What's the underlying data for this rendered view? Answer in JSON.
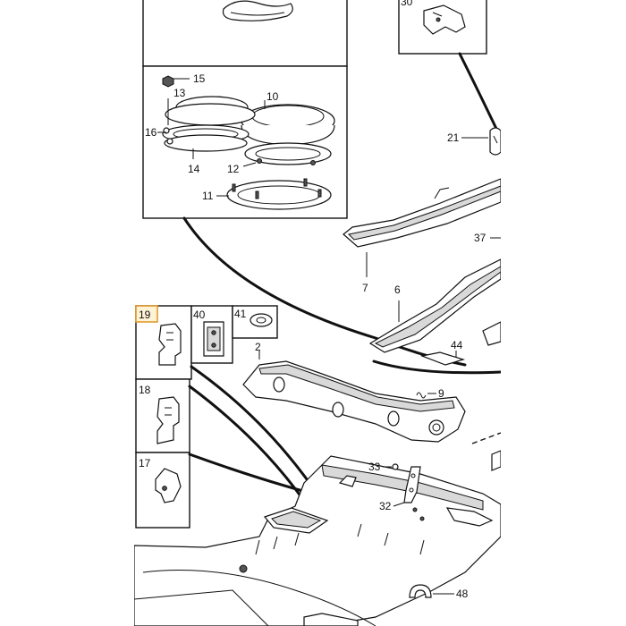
{
  "highlight": {
    "part": "19",
    "color": "#e39b2f"
  },
  "callouts": {
    "c2": "2",
    "c6": "6",
    "c7": "7",
    "c9": "9",
    "c10": "10",
    "c11": "11",
    "c12": "12",
    "c13": "13",
    "c14": "14",
    "c15": "15",
    "c16": "16",
    "c17": "17",
    "c18": "18",
    "c19": "19",
    "c21": "21",
    "c30": "30",
    "c32": "32",
    "c33": "33",
    "c37": "37",
    "c40": "40",
    "c41": "41",
    "c44": "44",
    "c48": "48"
  }
}
